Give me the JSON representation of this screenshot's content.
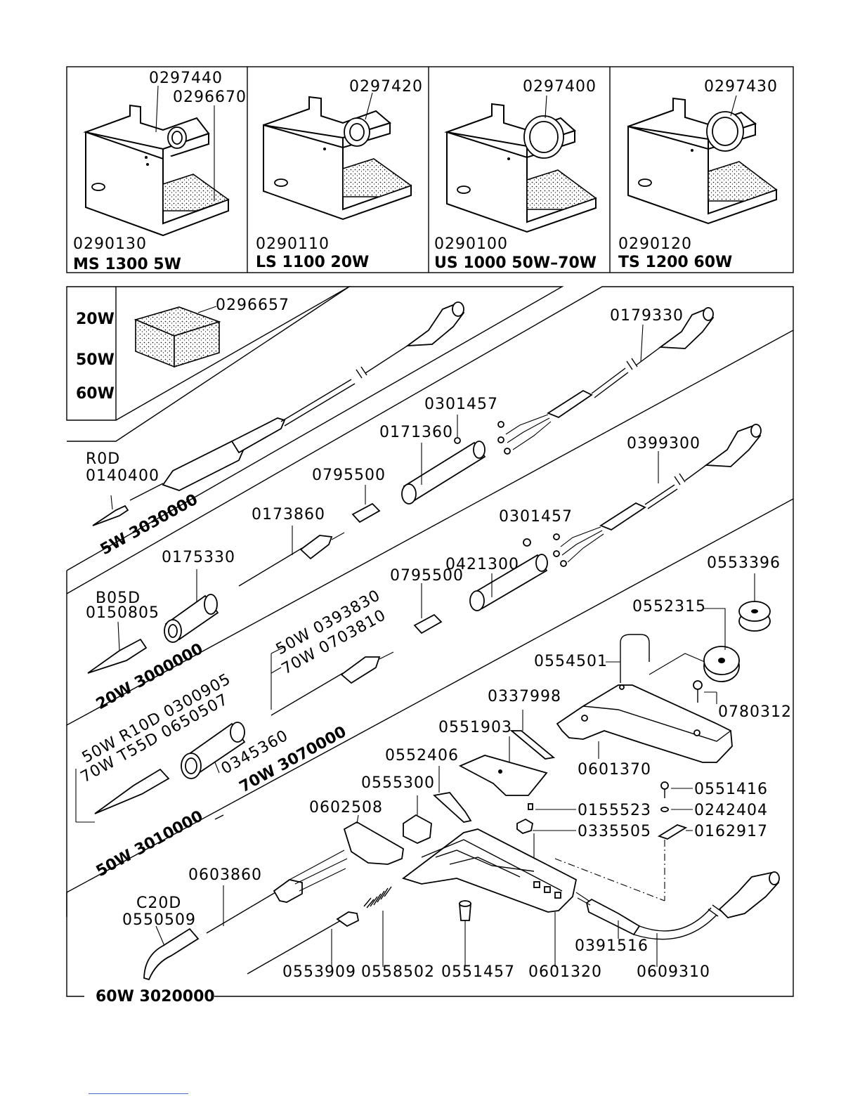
{
  "stands": [
    {
      "top_parts": [
        "0297440",
        "0296670"
      ],
      "part_no": "0290130",
      "model": "MS  1300  5W"
    },
    {
      "top_parts": [
        "0297420"
      ],
      "part_no": "0290110",
      "model": "LS  1100  20W"
    },
    {
      "top_parts": [
        "0297400"
      ],
      "part_no": "0290100",
      "model": "US  1000  50W–70W"
    },
    {
      "top_parts": [
        "0297430"
      ],
      "part_no": "0290120",
      "model": "TS  1200  60W"
    }
  ],
  "sponge": {
    "part_no": "0296657",
    "wattages": [
      "20W",
      "50W",
      "60W"
    ]
  },
  "irons": [
    {
      "set": "5W  3030000",
      "tip_name": "R0D",
      "tip_no": "0140400",
      "parts": [
        "0179330",
        "0301457",
        "0171360",
        "0795500",
        "0173860"
      ]
    },
    {
      "set": "20W  3000000",
      "tip_name": "B05D",
      "tip_no": "0150805",
      "parts": [
        "0175330",
        "0399300",
        "0301457",
        "0421300",
        "0795500"
      ]
    },
    {
      "set": "50W  3010000",
      "set2": "70W  3070000",
      "tips": [
        "50W  R10D  0300905",
        "70W  T55D  0650507"
      ],
      "heaters": [
        "50W  0393830",
        "70W  0703810"
      ],
      "parts": [
        "0345360"
      ]
    },
    {
      "set": "60W  3020000",
      "tip_name": "C20D",
      "tip_no": "0550509",
      "parts": {
        "solder_reel": "0553396",
        "solder": "0552315",
        "bracket": "0554501",
        "screw": "0780312",
        "upper_shell": "0601370",
        "spring_clip": "0337998",
        "plate": "0551903",
        "lever": "0552406",
        "holder": "0555300",
        "switch": "0602508",
        "screw2": "0551416",
        "washer": "0242404",
        "clamp": "0162917",
        "screw3": "0155523",
        "nut": "0335505",
        "heater": "0603860",
        "pin": "0553909",
        "spring": "0558502",
        "sleeve": "0551457",
        "lower_shell": "0601320",
        "cable_sleeve": "0391516",
        "cable": "0609310"
      }
    }
  ],
  "colors": {
    "ink": "#000000",
    "paper": "#ffffff",
    "link": "#4a6ad0"
  }
}
